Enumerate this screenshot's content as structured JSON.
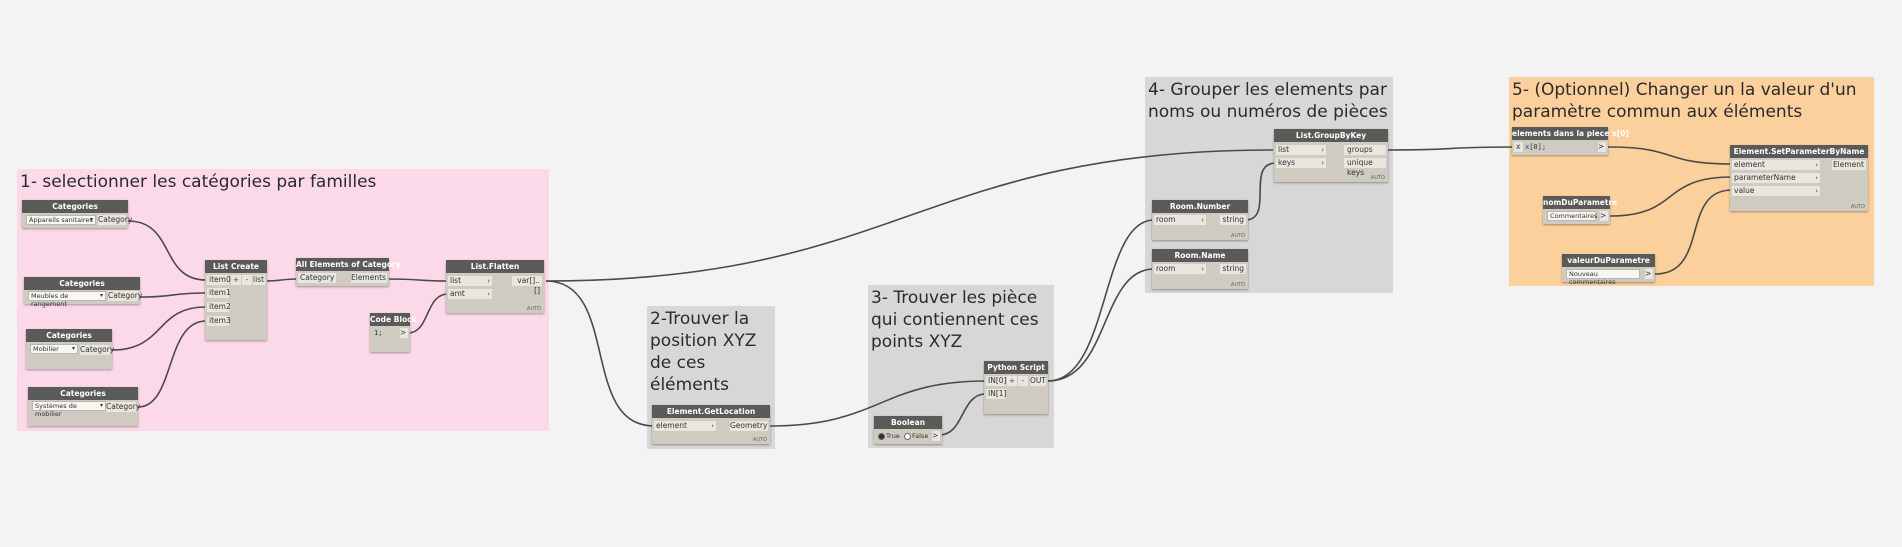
{
  "colors": {
    "canvas": "#f3f3f3",
    "group_pink": "#fbd9e9",
    "group_gray": "#d7d7d7",
    "group_orange": "#fbd09c",
    "node_header": "#5a5a58",
    "node_body": "#cfcbc1",
    "wire": "#4a4a4a"
  },
  "groups": {
    "g1": {
      "title": "1- selectionner les catégories par familles"
    },
    "g2": {
      "title": "2-Trouver la position XYZ de ces éléments"
    },
    "g3": {
      "title": "3- Trouver les pièce qui contiennent ces points XYZ"
    },
    "g4": {
      "title": "4- Grouper les elements par noms ou numéros de pièces"
    },
    "g5": {
      "title": "5- (Optionnel) Changer un la valeur d'un paramètre commun aux éléments"
    }
  },
  "nodes": {
    "cat1": {
      "title": "Categories",
      "value": "Appareils sanitaires",
      "output": "Category"
    },
    "cat2": {
      "title": "Categories",
      "value": "Meubles de rangement",
      "output": "Category"
    },
    "cat3": {
      "title": "Categories",
      "value": "Mobilier",
      "output": "Category"
    },
    "cat4": {
      "title": "Categories",
      "value": "Systèmes de mobilier",
      "output": "Category"
    },
    "listCreate": {
      "title": "List Create",
      "inputs": [
        "item0",
        "item1",
        "item2",
        "item3"
      ],
      "output": "list",
      "btn_add": "+",
      "btn_remove": "-"
    },
    "allElements": {
      "title": "All Elements of Category",
      "input": "Category",
      "output": "Elements"
    },
    "codeBlock": {
      "title": "Code Block",
      "code": "1;",
      "output": ">"
    },
    "flatten": {
      "title": "List.Flatten",
      "inputs": [
        "list",
        "amt"
      ],
      "output": "var[]..[]",
      "lacing": "AUTO"
    },
    "getLocation": {
      "title": "Element.GetLocation",
      "input": "element",
      "output": "Geometry",
      "lacing": "AUTO"
    },
    "boolean": {
      "title": "Boolean",
      "opt_true": "True",
      "opt_false": "False",
      "output": ">"
    },
    "python": {
      "title": "Python Script",
      "inputs": [
        "IN[0]",
        "IN[1]"
      ],
      "output": "OUT",
      "btn_add": "+",
      "btn_remove": "-"
    },
    "roomNumber": {
      "title": "Room.Number",
      "input": "room",
      "output": "string",
      "lacing": "AUTO"
    },
    "roomName": {
      "title": "Room.Name",
      "input": "room",
      "output": "string",
      "lacing": "AUTO"
    },
    "groupByKey": {
      "title": "List.GroupByKey",
      "inputs": [
        "list",
        "keys"
      ],
      "outputs": [
        "groups",
        "unique keys"
      ],
      "lacing": "AUTO"
    },
    "elemPiece": {
      "title": "elements dans la piece x[0]",
      "input": "x",
      "code_prefix": "x",
      "code_index": "[0]",
      "code_suffix": ";",
      "output": ">"
    },
    "nomParam": {
      "title": "nomDuParametre",
      "value": "Commentaires",
      "output": ">"
    },
    "valParam": {
      "title": "valeurDuParametre",
      "value": "Nouveau commentaires",
      "output": ">"
    },
    "setParam": {
      "title": "Element.SetParameterByName",
      "inputs": [
        "element",
        "parameterName",
        "value"
      ],
      "output": "Element",
      "lacing": "AUTO"
    }
  }
}
